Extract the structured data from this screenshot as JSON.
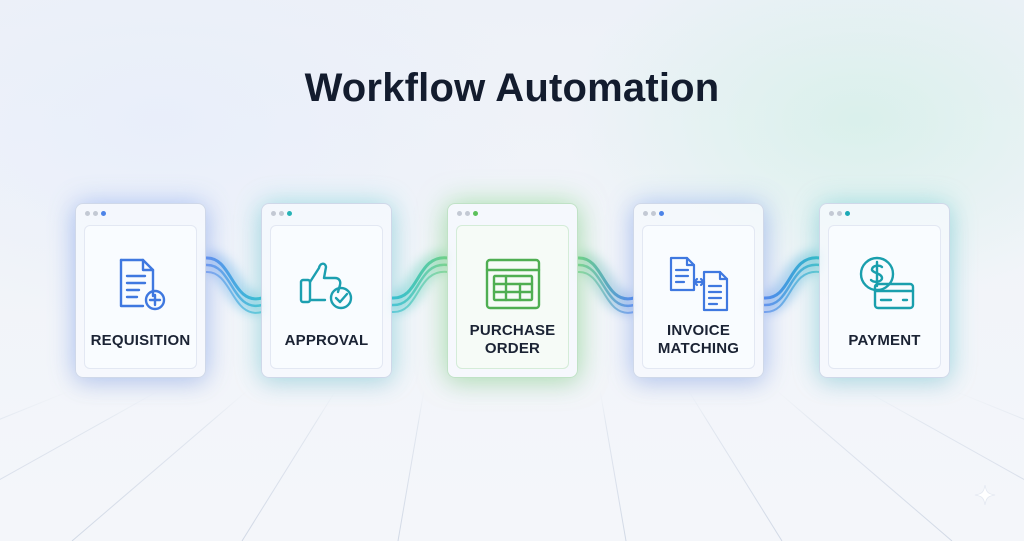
{
  "title": "Workflow Automation",
  "colors": {
    "title": "#131c2e",
    "blue_accent": "#4d84e8",
    "teal_accent": "#1ca9b6",
    "green_accent": "#5cc15b",
    "label": "#1b2334"
  },
  "steps": [
    {
      "label": "REQUISITION",
      "icon": "requisition-document-plus-icon",
      "accent": "#4d84e8",
      "dot_color": "#4d84e8"
    },
    {
      "label": "APPROVAL",
      "icon": "approval-thumbs-up-check-icon",
      "accent": "#1ca9b6",
      "dot_color": "#27b3b6"
    },
    {
      "label": "PURCHASE ORDER",
      "label_lines": [
        "PURCHASE",
        "ORDER"
      ],
      "icon": "purchase-order-table-icon",
      "accent": "#5cc15b",
      "dot_color": "#5cc15b"
    },
    {
      "label": "INVOICE MATCHING",
      "label_lines": [
        "INVOICE",
        "MATCHING"
      ],
      "icon": "invoice-matching-documents-arrows-icon",
      "accent": "#4d84e8",
      "dot_color": "#4d84e8"
    },
    {
      "label": "PAYMENT",
      "icon": "payment-dollar-coin-card-icon",
      "accent": "#1ca9b6",
      "dot_color": "#1ca9b6"
    }
  ],
  "decorations": {
    "connector": "wave-connector",
    "corner": "sparkle-icon"
  }
}
